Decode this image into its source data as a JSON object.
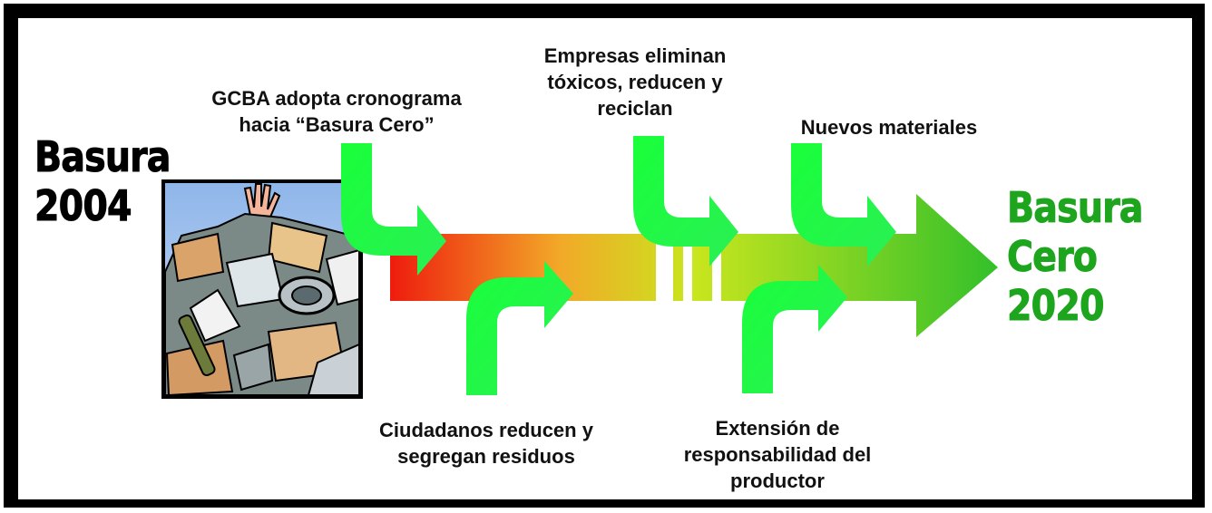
{
  "start": {
    "line1": "Basura",
    "line2": "2004",
    "color": "#111111"
  },
  "goal": {
    "line1": "Basura",
    "line2": "Cero",
    "line3": "2020",
    "color": "#1ea51e"
  },
  "steps": [
    {
      "text": "GCBA adopta cronograma\nhacia “Basura Cero”"
    },
    {
      "text": "Ciudadanos reducen y\nsegregan residuos"
    },
    {
      "text": "Empresas eliminan\ntóxicos, reducen y\nreciclan"
    },
    {
      "text": "Extensión de\nresponsabilidad del\nproductor"
    },
    {
      "text": "Nuevos materiales"
    }
  ],
  "colors": {
    "arrow_start": "#ee1c0e",
    "arrow_mid": "#c9e61e",
    "arrow_end": "#33c02a",
    "input_arrow": "#22ff44",
    "frame": "#000000"
  },
  "icons": [
    "garbage-pile-icon"
  ]
}
